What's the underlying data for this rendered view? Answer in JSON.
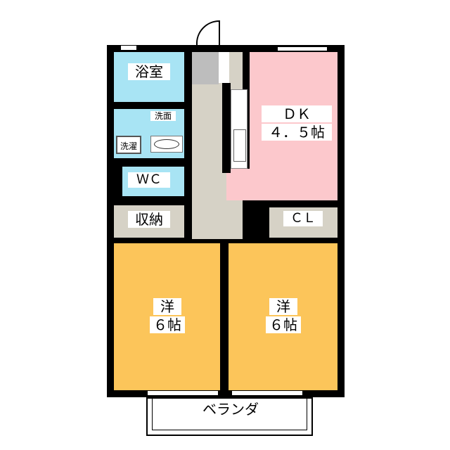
{
  "rooms": {
    "bath": "浴室",
    "washroom": "洗面",
    "washer": "洗濯",
    "wc": "ＷＣ",
    "storage": "収納",
    "dk_name": "ＤＫ",
    "dk_size": "４．５帖",
    "closet": "ＣＬ",
    "western_left_name": "洋",
    "western_left_size": "６帖",
    "western_right_name": "洋",
    "western_right_size": "６帖",
    "balcony": "ベランダ"
  },
  "colors": {
    "wet": "#a8e4f4",
    "dk": "#fcc8cc",
    "western": "#fcc55a",
    "corridor": "#d6d2c6",
    "entry": "#bdbdbd"
  }
}
